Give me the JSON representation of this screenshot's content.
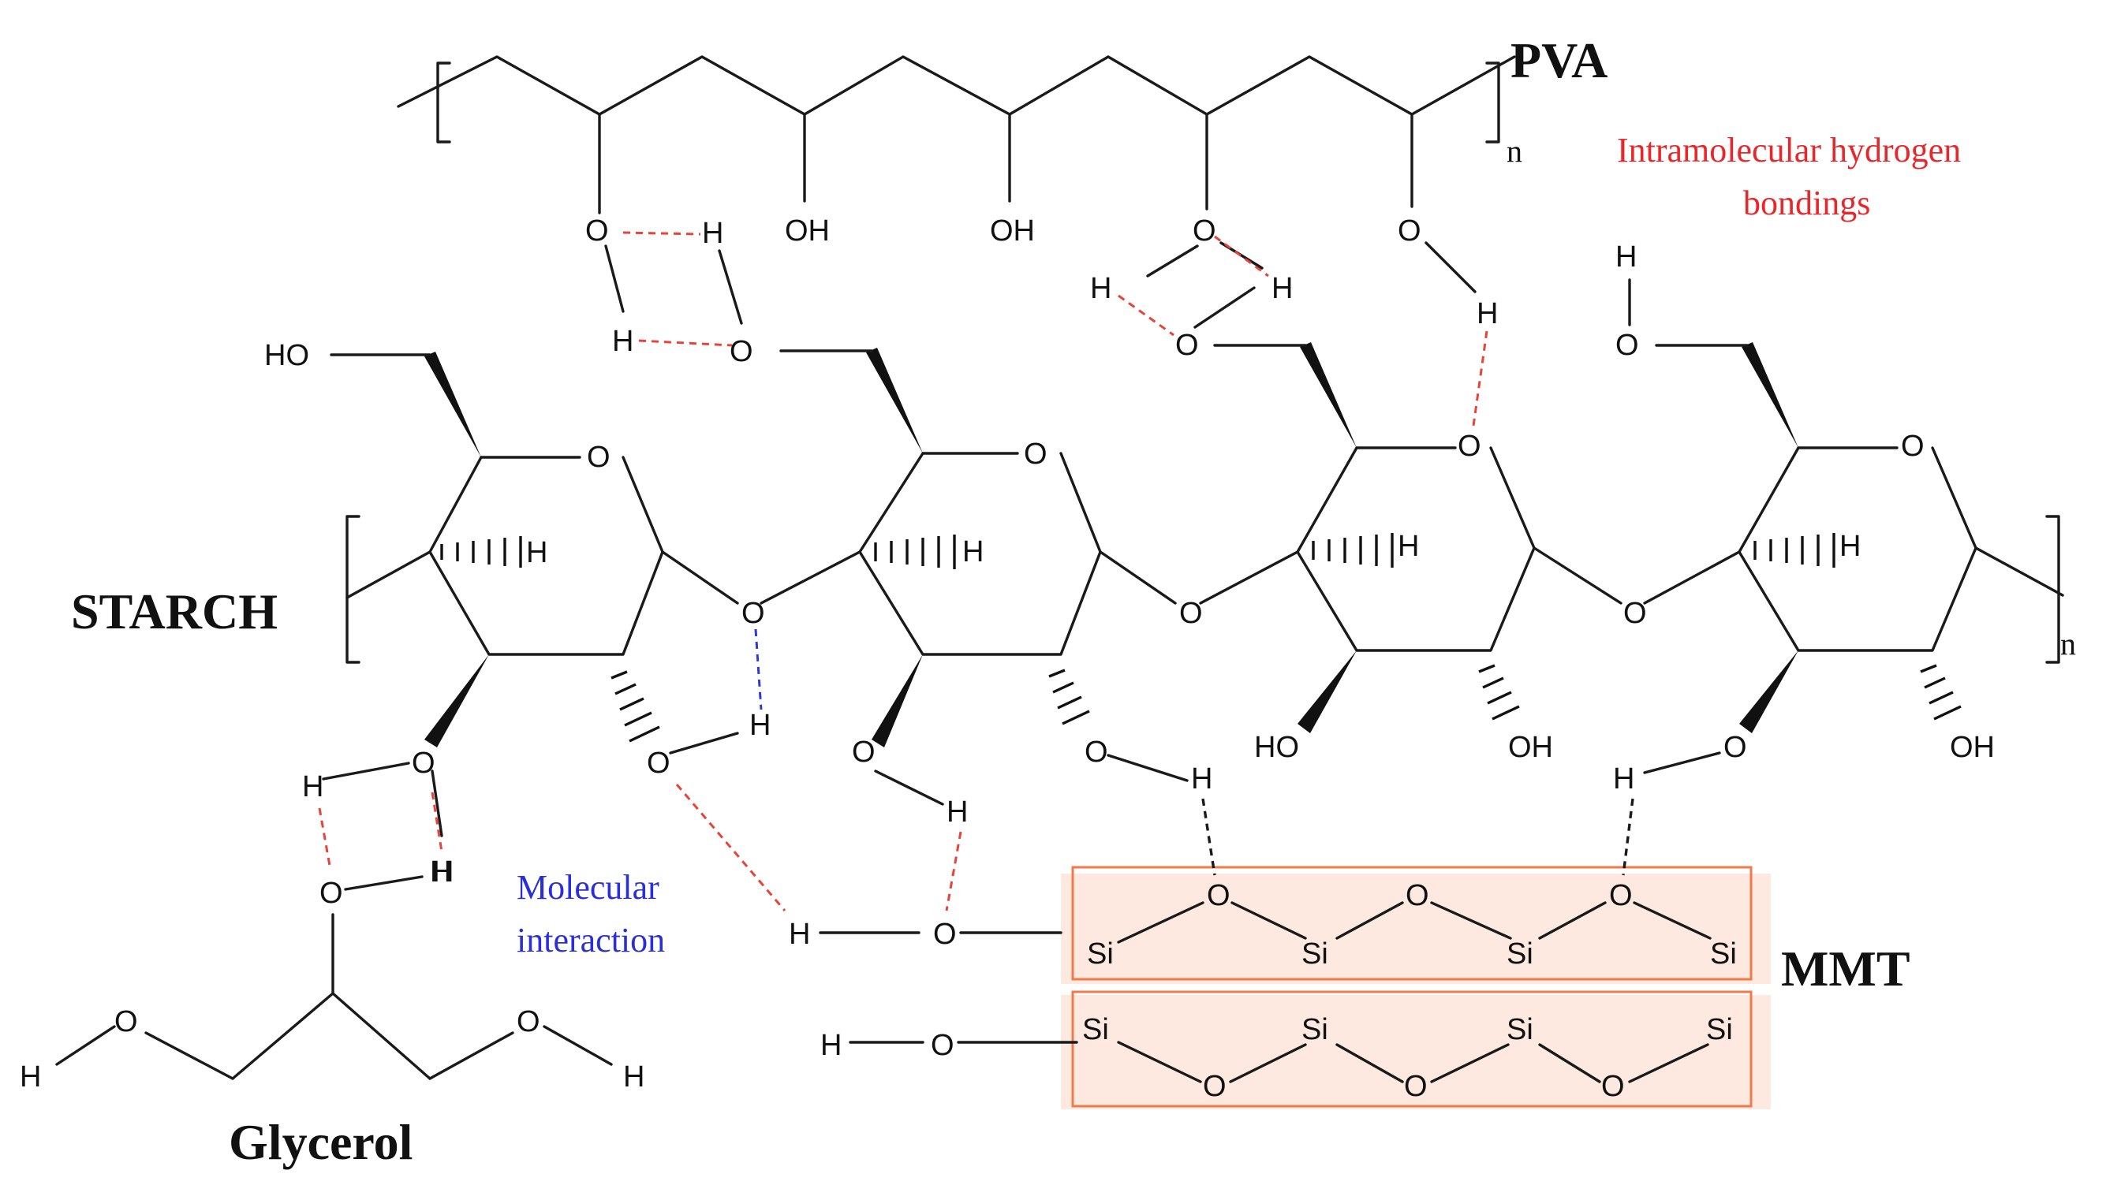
{
  "labels": {
    "pva": "PVA",
    "starch": "STARCH",
    "glycerol": "Glycerol",
    "mmt": "MMT",
    "n_pva": "n",
    "n_starch": "n"
  },
  "annotations": {
    "intramolecular_line1": "Intramolecular hydrogen",
    "intramolecular_line2": "bondings",
    "molecular_line1": "Molecular",
    "molecular_line2": "interaction"
  },
  "atoms": {
    "O": "O",
    "H": "H",
    "OH": "OH",
    "HO": "HO",
    "Si": "Si"
  },
  "colors": {
    "intramolecular_bond": "#e8433a",
    "molecular_interaction": "#2b3bd6",
    "mmt_box": "#f07a4a"
  }
}
